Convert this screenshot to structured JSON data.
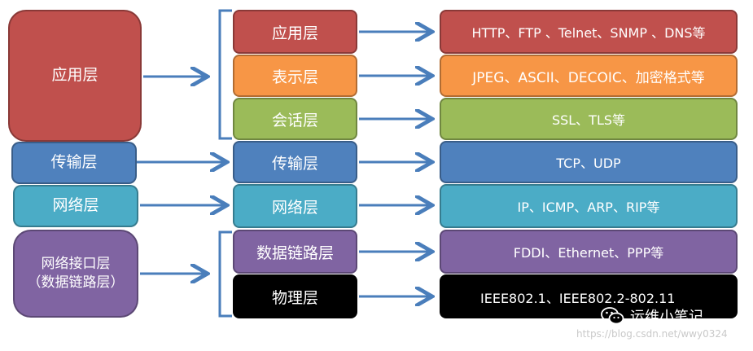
{
  "tcpip_layers": [
    {
      "label": "应用层",
      "color": "#c0504d"
    },
    {
      "label": "传输层",
      "color": "#4f81bd"
    },
    {
      "label": "网络层",
      "color": "#4bacc6"
    },
    {
      "label": "网络接口层\n（数据链路层）",
      "color": "#8064a2"
    }
  ],
  "osi_layers": [
    {
      "label": "应用层",
      "color": "#c0504d"
    },
    {
      "label": "表示层",
      "color": "#f79646"
    },
    {
      "label": "会话层",
      "color": "#9bbb59"
    },
    {
      "label": "传输层",
      "color": "#4f81bd"
    },
    {
      "label": "网络层",
      "color": "#4bacc6"
    },
    {
      "label": "数据链路层",
      "color": "#8064a2"
    },
    {
      "label": "物理层",
      "color": "#000000"
    }
  ],
  "protocols": [
    {
      "label": "HTTP、FTP 、Telnet、SNMP 、DNS等",
      "color": "#c0504d"
    },
    {
      "label": "JPEG、ASCII、DECOIC、加密格式等",
      "color": "#f79646"
    },
    {
      "label": "SSL、TLS等",
      "color": "#9bbb59"
    },
    {
      "label": "TCP、UDP",
      "color": "#4f81bd"
    },
    {
      "label": "IP、ICMP、ARP、RIP等",
      "color": "#4bacc6"
    },
    {
      "label": "FDDI、Ethernet、PPP等",
      "color": "#8064a2"
    },
    {
      "label": "IEEE802.1、IEEE802.2-802.11",
      "color": "#000000"
    }
  ],
  "watermark": {
    "wechat_label": "运维小笔记",
    "url": "https://blog.csdn.net/wwy0324"
  },
  "arrow_color": "#4a7ebb"
}
